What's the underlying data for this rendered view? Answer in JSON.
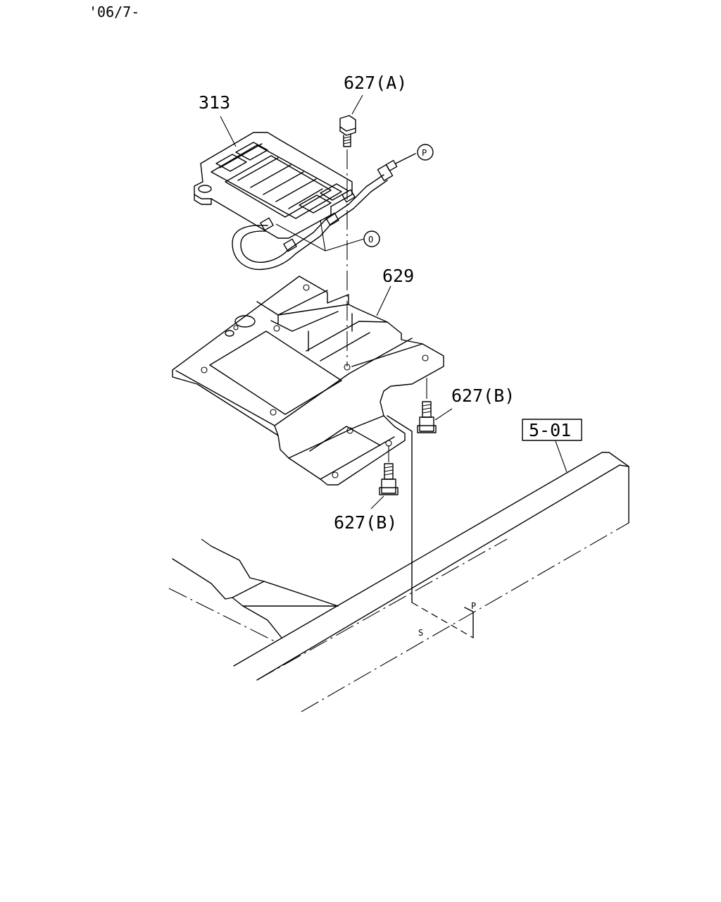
{
  "header": {
    "date_code": "'06/7-"
  },
  "callouts": {
    "part_313": "313",
    "part_627a": "627(A)",
    "part_629": "629",
    "part_627b_right": "627(B)",
    "part_627b_bottom": "627(B)",
    "ref_501": "5-01",
    "circle_p": "P",
    "circle_o": "O",
    "frame_mark_p": "P",
    "frame_mark_s": "S"
  }
}
